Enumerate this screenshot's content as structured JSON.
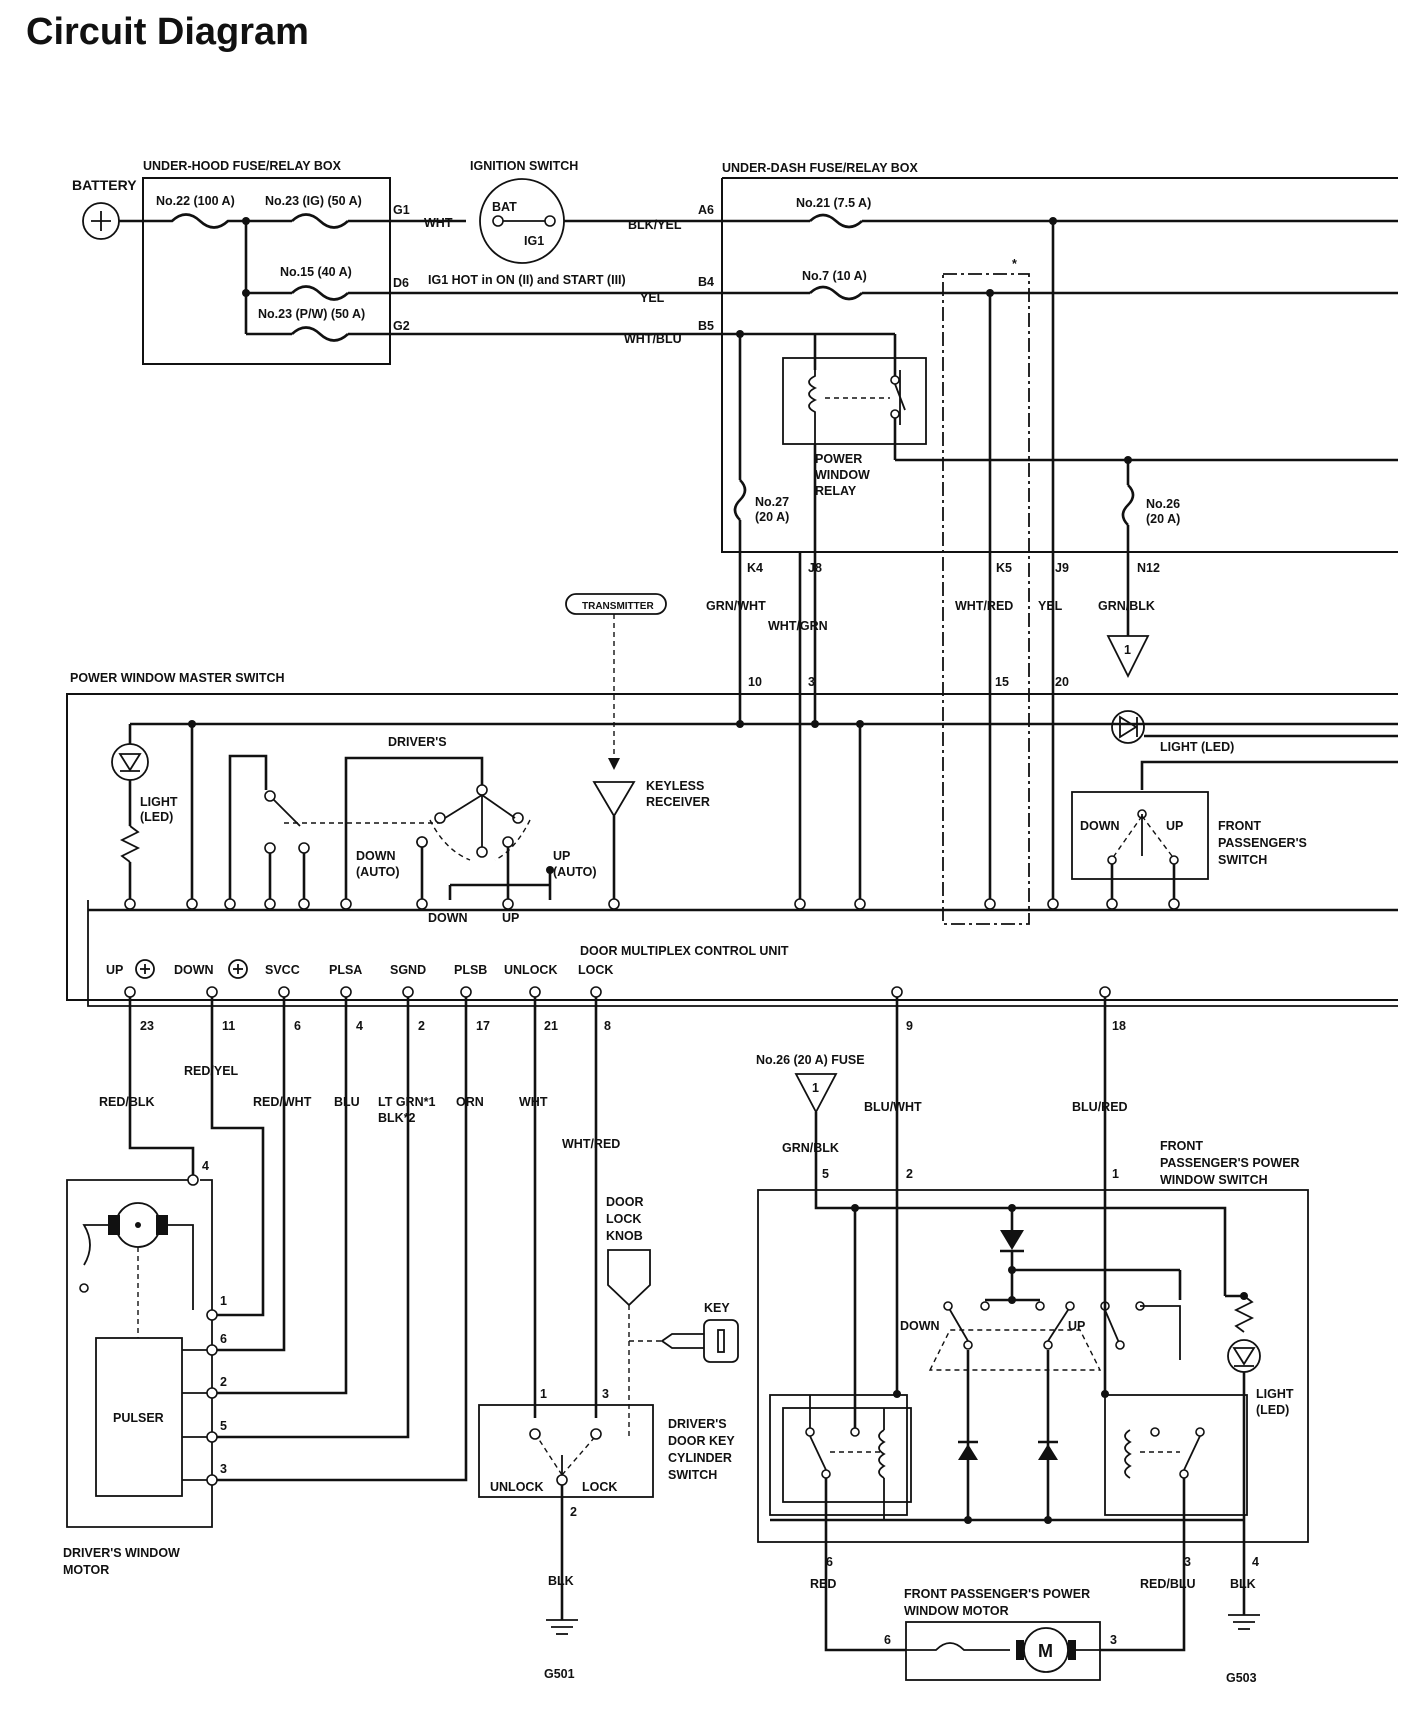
{
  "title": "Circuit Diagram",
  "battery": {
    "label": "BATTERY"
  },
  "under_hood_box": {
    "label": "UNDER-HOOD FUSE/RELAY BOX",
    "fuse22": "No.22 (100 A)",
    "fuse23ig": "No.23 (IG) (50 A)",
    "fuse15": "No.15 (40 A)",
    "fuse23pw": "No.23 (P/W) (50 A)",
    "pin_g1": "G1",
    "pin_d6": "D6",
    "pin_g2": "G2"
  },
  "ignition_switch": {
    "label": "IGNITION SWITCH",
    "bat": "BAT",
    "ig1": "IG1",
    "note": "IG1 HOT in ON (II) and START (III)"
  },
  "under_dash_box": {
    "label": "UNDER-DASH FUSE/RELAY BOX",
    "fuse21": "No.21 (7.5 A)",
    "fuse7": "No.7 (10 A)",
    "fuse27_a": "No.27",
    "fuse27_b": "(20 A)",
    "fuse26_a": "No.26",
    "fuse26_b": "(20 A)",
    "relay_1": "POWER",
    "relay_2": "WINDOW",
    "relay_3": "RELAY",
    "pin_a6": "A6",
    "pin_b4": "B4",
    "pin_b5": "B5",
    "pin_k4": "K4",
    "pin_j8": "J8",
    "pin_k5": "K5",
    "pin_j9": "J9",
    "pin_n12": "N12",
    "asterisk": "*"
  },
  "wires": {
    "wht": "WHT",
    "blk_yel": "BLK/YEL",
    "yel": "YEL",
    "wht_blu": "WHT/BLU",
    "grn_wht": "GRN/WHT",
    "wht_grn": "WHT/GRN",
    "wht_red": "WHT/RED",
    "yel2": "YEL",
    "grn_blk": "GRN/BLK",
    "red_blk": "RED/BLK",
    "red_yel": "RED/YEL",
    "red_wht": "RED/WHT",
    "blu": "BLU",
    "lt_grn": "LT GRN*1",
    "blk2": "BLK*2",
    "orn": "ORN",
    "wht2": "WHT",
    "wht_red2": "WHT/RED",
    "blu_wht": "BLU/WHT",
    "blu_red": "BLU/RED",
    "grn_blk2": "GRN/BLK",
    "red": "RED",
    "red_blu": "RED/BLU",
    "blk": "BLK",
    "blk3": "BLK"
  },
  "transmitter": "TRANSMITTER",
  "master_switch": {
    "label": "POWER WINDOW MASTER SWITCH",
    "drivers": "DRIVER'S",
    "light_1": "LIGHT",
    "light_2": "(LED)",
    "down_auto_1": "DOWN",
    "down_auto_2": "(AUTO)",
    "up_auto_1": "UP",
    "up_auto_2": "(AUTO)",
    "down": "DOWN",
    "up": "UP",
    "keyless_1": "KEYLESS",
    "keyless_2": "RECEIVER",
    "light_led": "LIGHT (LED)",
    "fps_down": "DOWN",
    "fps_up": "UP",
    "fps_1": "FRONT",
    "fps_2": "PASSENGER'S",
    "fps_3": "SWITCH",
    "dmcu": "DOOR MULTIPLEX CONTROL UNIT",
    "pin_10": "10",
    "pin_3": "3",
    "pin_15": "15",
    "pin_20": "20"
  },
  "dmcu_terminals": [
    "UP",
    "DOWN",
    "SVCC",
    "PLSA",
    "SGND",
    "PLSB",
    "UNLOCK",
    "LOCK"
  ],
  "dmcu_pins": [
    "23",
    "11",
    "6",
    "4",
    "2",
    "17",
    "21",
    "8",
    "9",
    "18"
  ],
  "drivers_motor": {
    "label_1": "DRIVER'S WINDOW",
    "label_2": "MOTOR",
    "pulser": "PULSER",
    "pins": [
      "4",
      "1",
      "6",
      "2",
      "5",
      "3"
    ]
  },
  "door_lock": {
    "knob_1": "DOOR",
    "knob_2": "LOCK",
    "knob_3": "KNOB",
    "key": "KEY",
    "sw_1": "DRIVER'S",
    "sw_2": "DOOR KEY",
    "sw_3": "CYLINDER",
    "sw_4": "SWITCH",
    "unlock": "UNLOCK",
    "lock": "LOCK",
    "pin1": "1",
    "pin3": "3",
    "pin2": "2",
    "ground": "G501"
  },
  "passenger_side": {
    "fuse": "No.26 (20 A) FUSE",
    "sw_1": "FRONT",
    "sw_2": "PASSENGER'S POWER",
    "sw_3": "WINDOW SWITCH",
    "down": "DOWN",
    "up": "UP",
    "light_1": "LIGHT",
    "light_2": "(LED)",
    "pins_top": [
      "5",
      "2",
      "1"
    ],
    "pins_bottom": [
      "6",
      "3",
      "4"
    ],
    "motor_1": "FRONT PASSENGER'S POWER",
    "motor_2": "WINDOW MOTOR",
    "motor_pin6": "6",
    "motor_pin3": "3",
    "ground": "G503",
    "m": "M"
  },
  "ground_tri": "1"
}
